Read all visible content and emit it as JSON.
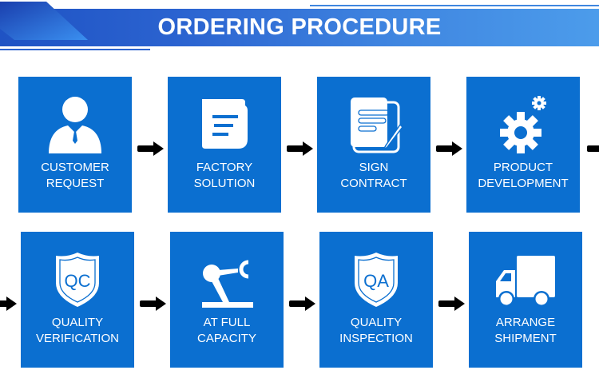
{
  "header": {
    "title": "ORDERING PROCEDURE"
  },
  "colors": {
    "card": "#0b6fd0",
    "banner_start": "#1f53c4",
    "banner_end": "#4c9ceb",
    "arrow": "#000000"
  },
  "steps": [
    {
      "line1": "CUSTOMER",
      "line2": "REQUEST",
      "icon": "customer-icon"
    },
    {
      "line1": "FACTORY",
      "line2": "SOLUTION",
      "icon": "document-icon"
    },
    {
      "line1": "SIGN",
      "line2": "CONTRACT",
      "icon": "contract-icon"
    },
    {
      "line1": "PRODUCT",
      "line2": "DEVELOPMENT",
      "icon": "gears-icon"
    },
    {
      "line1": "QUALITY",
      "line2": "VERIFICATION",
      "icon": "qc-shield-icon",
      "badge": "QC"
    },
    {
      "line1": "AT FULL",
      "line2": "CAPACITY",
      "icon": "robot-arm-icon"
    },
    {
      "line1": "QUALITY",
      "line2": "INSPECTION",
      "icon": "qa-shield-icon",
      "badge": "QA"
    },
    {
      "line1": "ARRANGE",
      "line2": "SHIPMENT",
      "icon": "truck-icon"
    }
  ]
}
